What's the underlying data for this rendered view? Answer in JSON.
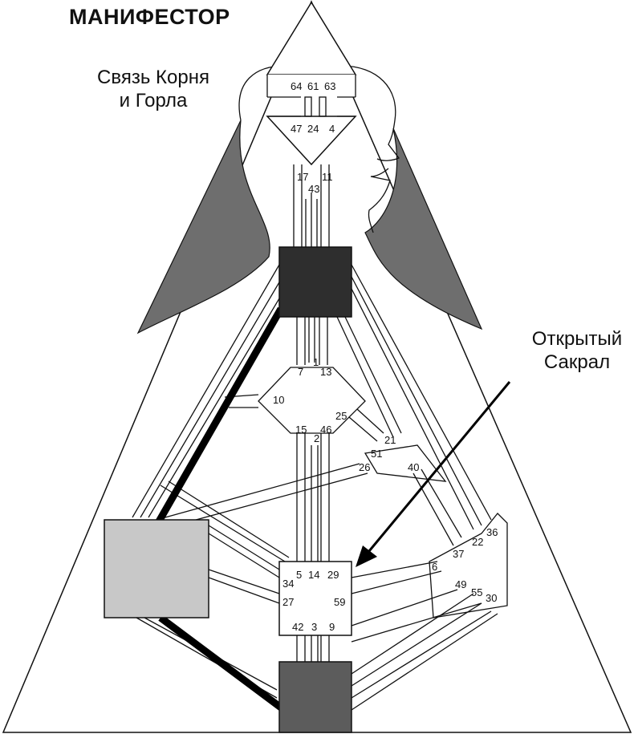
{
  "header": {
    "title": "МАНИФЕСТОР"
  },
  "notes": {
    "root_throat": {
      "line1": "Связь Корня",
      "line2": "и Горла"
    },
    "open_sacral": {
      "line1": "Открытый",
      "line2": "Сакрал"
    }
  },
  "colors": {
    "background": "#ffffff",
    "lines": "#111111",
    "silhouette": "#6e6e6e",
    "throat_center": "#2e2e2e",
    "spleen_center": "#c8c8c8",
    "root_center": "#5c5c5c",
    "defined_channel": "#000000"
  },
  "gates": [
    {
      "id": "g64",
      "label": "64"
    },
    {
      "id": "g61",
      "label": "61"
    },
    {
      "id": "g63",
      "label": "63"
    },
    {
      "id": "g47",
      "label": "47"
    },
    {
      "id": "g24",
      "label": "24"
    },
    {
      "id": "g4",
      "label": "4"
    },
    {
      "id": "g17",
      "label": "17"
    },
    {
      "id": "g11",
      "label": "11"
    },
    {
      "id": "g43",
      "label": "43"
    },
    {
      "id": "g7",
      "label": "7"
    },
    {
      "id": "g1",
      "label": "1"
    },
    {
      "id": "g13",
      "label": "13"
    },
    {
      "id": "g10",
      "label": "10"
    },
    {
      "id": "g25",
      "label": "25"
    },
    {
      "id": "g15",
      "label": "15"
    },
    {
      "id": "g2",
      "label": "2"
    },
    {
      "id": "g46",
      "label": "46"
    },
    {
      "id": "g21",
      "label": "21"
    },
    {
      "id": "g51",
      "label": "51"
    },
    {
      "id": "g26",
      "label": "26"
    },
    {
      "id": "g40",
      "label": "40"
    },
    {
      "id": "g36",
      "label": "36"
    },
    {
      "id": "g22",
      "label": "22"
    },
    {
      "id": "g37",
      "label": "37"
    },
    {
      "id": "g6",
      "label": "6"
    },
    {
      "id": "g49",
      "label": "49"
    },
    {
      "id": "g55",
      "label": "55"
    },
    {
      "id": "g30",
      "label": "30"
    },
    {
      "id": "g34",
      "label": "34"
    },
    {
      "id": "g5",
      "label": "5"
    },
    {
      "id": "g14",
      "label": "14"
    },
    {
      "id": "g29",
      "label": "29"
    },
    {
      "id": "g27",
      "label": "27"
    },
    {
      "id": "g59",
      "label": "59"
    },
    {
      "id": "g42",
      "label": "42"
    },
    {
      "id": "g3",
      "label": "3"
    },
    {
      "id": "g9",
      "label": "9"
    }
  ]
}
